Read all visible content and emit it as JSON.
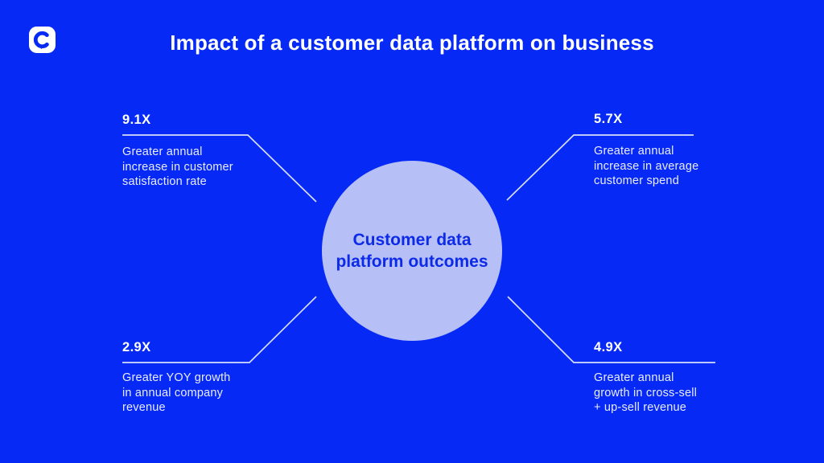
{
  "header": {
    "title": "Impact of a customer data platform on business",
    "logo_letter": "C"
  },
  "center": {
    "label": "Customer data\nplatform outcomes"
  },
  "stats": [
    {
      "position": "top-left",
      "value": "9.1X",
      "description": "Greater annual\nincrease in customer\nsatisfaction rate"
    },
    {
      "position": "top-right",
      "value": "5.7X",
      "description": "Greater annual\nincrease in average\ncustomer spend"
    },
    {
      "position": "bottom-left",
      "value": "2.9X",
      "description": "Greater YOY growth\nin annual company\nrevenue"
    },
    {
      "position": "bottom-right",
      "value": "4.9X",
      "description": "Greater annual\ngrowth in cross-sell\n+ up-sell revenue"
    }
  ],
  "colors": {
    "background": "#0629f5",
    "circle_fill": "#b6c0f7",
    "circle_text": "#0c2ae8",
    "connector_line": "#d7defa",
    "heading_text": "#ffffff",
    "body_text": "#e9edff",
    "logo_background": "#ffffff"
  }
}
